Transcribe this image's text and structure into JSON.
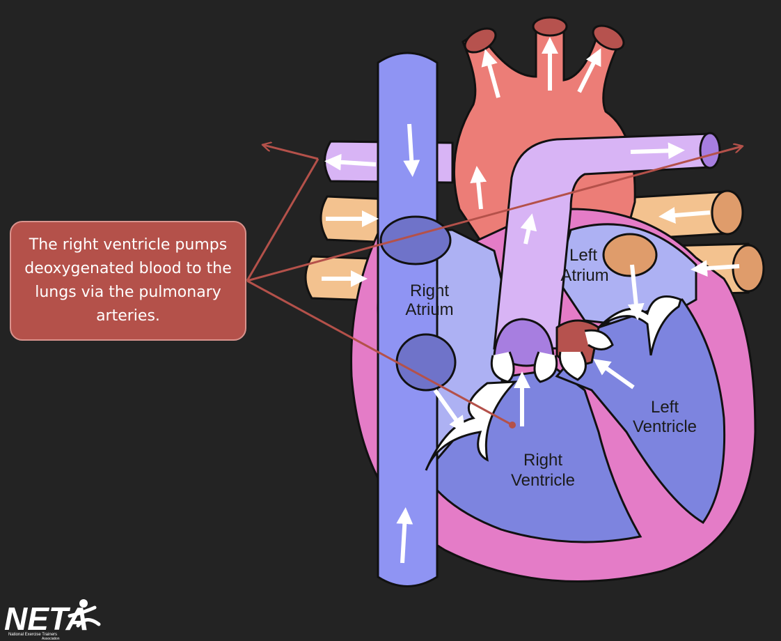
{
  "callout": {
    "text": "The right ventricle pumps deoxygenated blood to the lungs via the pulmonary arteries."
  },
  "labels": {
    "right_atrium_line1": "Right",
    "right_atrium_line2": "Atrium",
    "left_atrium_line1": "Left",
    "left_atrium_line2": "Atrium",
    "right_ventricle_line1": "Right",
    "right_ventricle_line2": "Ventricle",
    "left_ventricle_line1": "Left",
    "left_ventricle_line2": "Ventricle"
  },
  "logo": {
    "name": "NETA",
    "tagline_line1": "National Exercise Trainers",
    "tagline_line2": "Association"
  },
  "colors": {
    "background": "#232323",
    "callout": "#b4514a",
    "vena_cava": "#8f94f3",
    "aorta": "#ec7d77",
    "pulmonary": "#d8b4f5",
    "heart_wall": "#e47cc7",
    "ventricle": "#7d84df",
    "atrium": "#adb1f3",
    "pulmonary_vein": "#f3c28f"
  }
}
